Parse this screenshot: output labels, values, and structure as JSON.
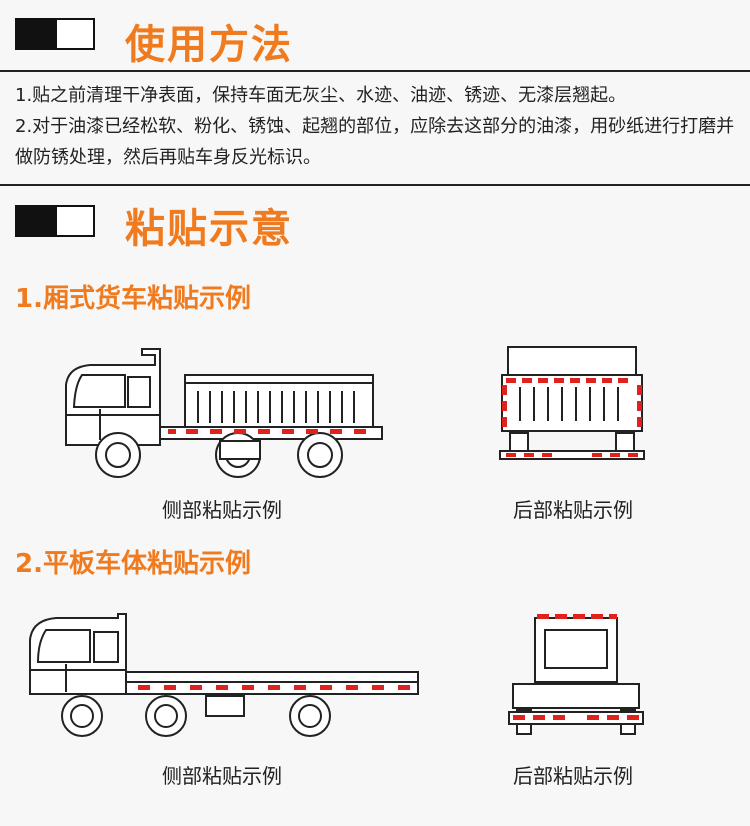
{
  "sections": {
    "usage": {
      "title": "使用方法",
      "lines": [
        "1.贴之前清理干净表面，保持车面无灰尘、水迹、油迹、锈迹、无漆层翘起。",
        "2.对于油漆已经松软、粉化、锈蚀、起翘的部位，应除去这部分的油漆，用砂纸进行打磨并做防锈处理，然后再贴车身反光标识。"
      ]
    },
    "diagram": {
      "title": "粘贴示意"
    }
  },
  "examples": [
    {
      "heading": "1.厢式货车粘贴示例",
      "side_caption": "侧部粘贴示例",
      "rear_caption": "后部粘贴示例"
    },
    {
      "heading": "2.平板车体粘贴示例",
      "side_caption": "侧部粘贴示例",
      "rear_caption": "后部粘贴示例"
    }
  ],
  "colors": {
    "accent": "#f07a1e",
    "reflective_red": "#e0211c",
    "line": "#222222"
  }
}
